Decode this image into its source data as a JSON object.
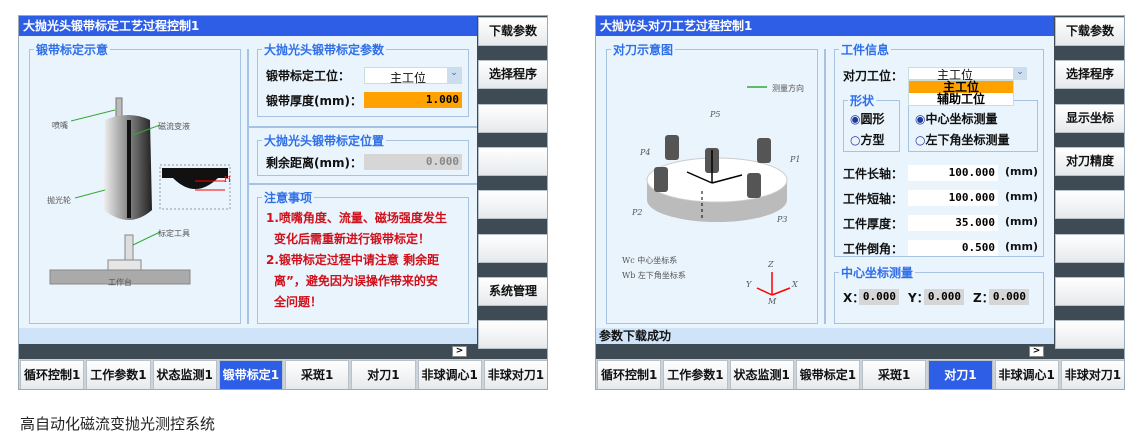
{
  "left": {
    "title": "大抛光头锻带标定工艺过程控制1",
    "side_buttons": [
      "下载参数",
      "选择程序",
      "",
      "",
      "",
      "",
      "系统管理",
      ""
    ],
    "tabs": [
      "循环控制1",
      "工作参数1",
      "状态监测1",
      "锻带标定1",
      "采斑1",
      "对刀1",
      "非球调心1",
      "非球对刀1"
    ],
    "active_tab": 3,
    "status": "",
    "diagram": {
      "title": "锻带标定示意",
      "labels": {
        "nozzle": "喷嘴",
        "fluid": "磁流变液",
        "wheel": "抛光轮",
        "tool": "标定工具",
        "table": "工作台",
        "h": "H"
      }
    },
    "params": {
      "title": "大抛光头锻带标定参数",
      "station_label": "锻带标定工位：",
      "station_value": "主工位",
      "thickness_label": "锻带厚度(mm)：",
      "thickness_value": "1.000"
    },
    "position": {
      "title": "大抛光头锻带标定位置",
      "distance_label": "剩余距离(mm)：",
      "distance_value": "0.000"
    },
    "notes": {
      "title": "注意事项",
      "lines": [
        "1.喷嘴角度、流量、磁场强度发生",
        "变化后需重新进行锻带标定！",
        "2.锻带标定过程中请注意 剩余距",
        "离”，避免因为误操作带来的安",
        "全问题！"
      ]
    }
  },
  "right": {
    "title": "大抛光头对刀工艺过程控制1",
    "side_buttons": [
      "下载参数",
      "选择程序",
      "显示坐标",
      "对刀精度",
      "",
      "",
      "",
      ""
    ],
    "tabs": [
      "循环控制1",
      "工作参数1",
      "状态监测1",
      "锻带标定1",
      "采斑1",
      "对刀1",
      "非球调心1",
      "非球对刀1"
    ],
    "active_tab": 5,
    "status": "参数下载成功",
    "diagram": {
      "title": "对刀示意图",
      "labels": {
        "direction": "测量方向",
        "p1": "P1",
        "p2": "P2",
        "p3": "P3",
        "p4": "P4",
        "p5": "P5",
        "wc": "Wc 中心坐标系",
        "wb": "Wb 左下角坐标系",
        "x": "X",
        "y": "Y",
        "z": "Z",
        "m": "M"
      }
    },
    "info": {
      "title": "工件信息",
      "station_label": "对刀工位：",
      "station_value": "主工位",
      "station_options": [
        "主工位",
        "辅助工位"
      ],
      "shape_title": "形状",
      "shapes": [
        "圆形",
        "方型"
      ],
      "shape_selected": 0,
      "modes": [
        "中心坐标测量",
        "左下角坐标测量"
      ],
      "mode_selected": 0,
      "fields": [
        {
          "label": "工件长轴：",
          "value": "100.000",
          "unit": "(mm)"
        },
        {
          "label": "工件短轴：",
          "value": "100.000",
          "unit": "(mm)"
        },
        {
          "label": "工件厚度：",
          "value": "35.000",
          "unit": "(mm)"
        },
        {
          "label": "工件倒角：",
          "value": "0.500",
          "unit": "(mm)"
        }
      ]
    },
    "center": {
      "title": "中心坐标测量",
      "x_label": "X：",
      "x": "0.000",
      "y_label": "Y：",
      "y": "0.000",
      "z_label": "Z：",
      "z": "0.000"
    }
  },
  "caption": "高自动化磁流变抛光测控系统",
  "colors": {
    "title_bar": "#2e5ee6",
    "highlight": "#ffa200",
    "note_red": "#d0101a",
    "group_label": "#2f6fe8"
  }
}
